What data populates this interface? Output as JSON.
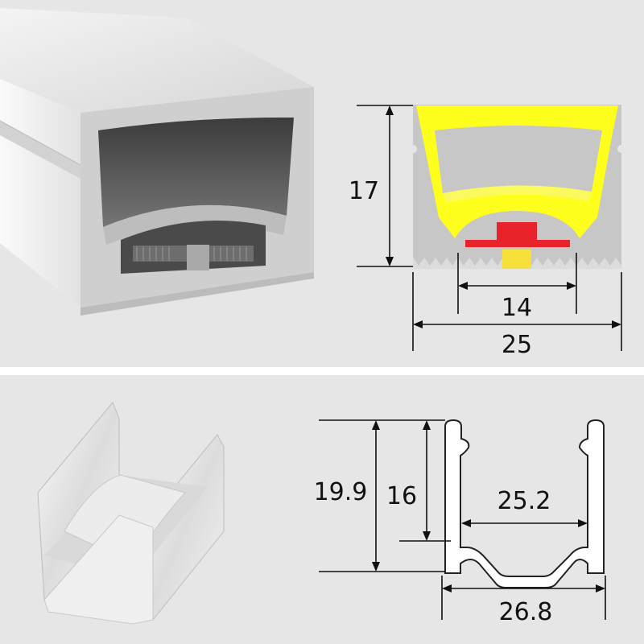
{
  "top_panel": {
    "height_label": "17",
    "inner_width_label": "14",
    "outer_width_label": "25"
  },
  "bottom_panel": {
    "total_height_label": "19.9",
    "inner_height_label": "16",
    "inner_width_label": "25.2",
    "outer_width_label": "26.8"
  },
  "colors": {
    "background": "#e6e6e6",
    "divider": "#ffffff",
    "silicone_diffuser": "#ffff1e",
    "profile_body": "#c7c7c7",
    "led_chip": "#e8242a",
    "led_glow": "#f7e03a",
    "dimension_lines": "#111111"
  }
}
